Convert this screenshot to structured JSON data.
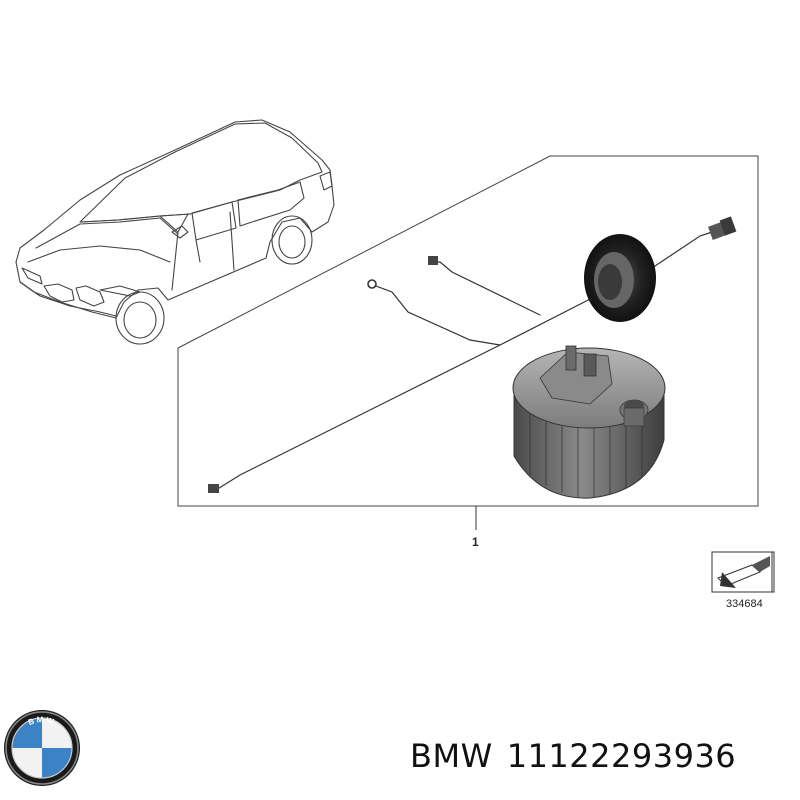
{
  "diagram": {
    "callout_number": "1",
    "reference_number": "334684"
  },
  "logo": {
    "text": "BMW"
  },
  "caption": {
    "brand": "BMW",
    "part_number": "11122293936"
  },
  "colors": {
    "line": "#333333",
    "part_dark": "#3a3a3a",
    "part_mid": "#6e6e6e",
    "part_light": "#9a9a9a",
    "logo_blue": "#3b83c4"
  }
}
